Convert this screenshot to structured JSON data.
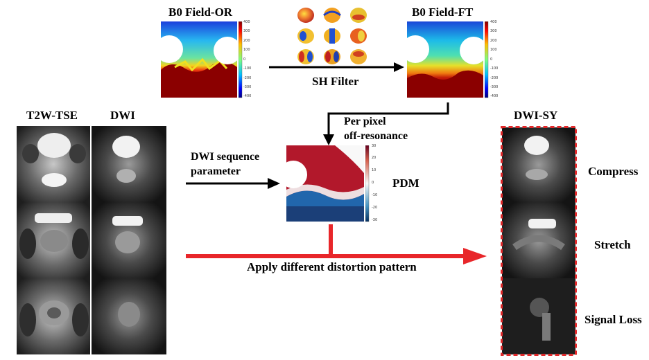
{
  "labels": {
    "b0_field_or": "B0 Field-OR",
    "b0_field_ft": "B0 Field-FT",
    "sh_filter": "SH Filter",
    "t2w_tse": "T2W-TSE",
    "dwi": "DWI",
    "dwi_sy": "DWI-SY",
    "per_pixel_line1": "Per pixel",
    "per_pixel_line2": "off-resonance",
    "dwi_seq_line1": "DWI sequence",
    "dwi_seq_line2": "parameter",
    "pdm": "PDM",
    "apply": "Apply different distortion pattern",
    "compress": "Compress",
    "stretch": "Stretch",
    "signal_loss": "Signal Loss"
  },
  "colorbar_b0": {
    "ticks": [
      "400",
      "300",
      "200",
      "100",
      "0",
      "-100",
      "-200",
      "-300",
      "-400"
    ]
  },
  "colorbar_pdm": {
    "ticks": [
      "30",
      "20",
      "10",
      "0",
      "-10",
      "-20",
      "-30"
    ]
  },
  "colors": {
    "jet_dark_red": "#7f0000",
    "jet_blue": "#1f3fd0",
    "pdm_red": "#b2182b",
    "pdm_blue": "#1f4e8c",
    "arrow_black": "#000000",
    "arrow_red": "#e8262a",
    "dashed_border": "#e0282a"
  }
}
